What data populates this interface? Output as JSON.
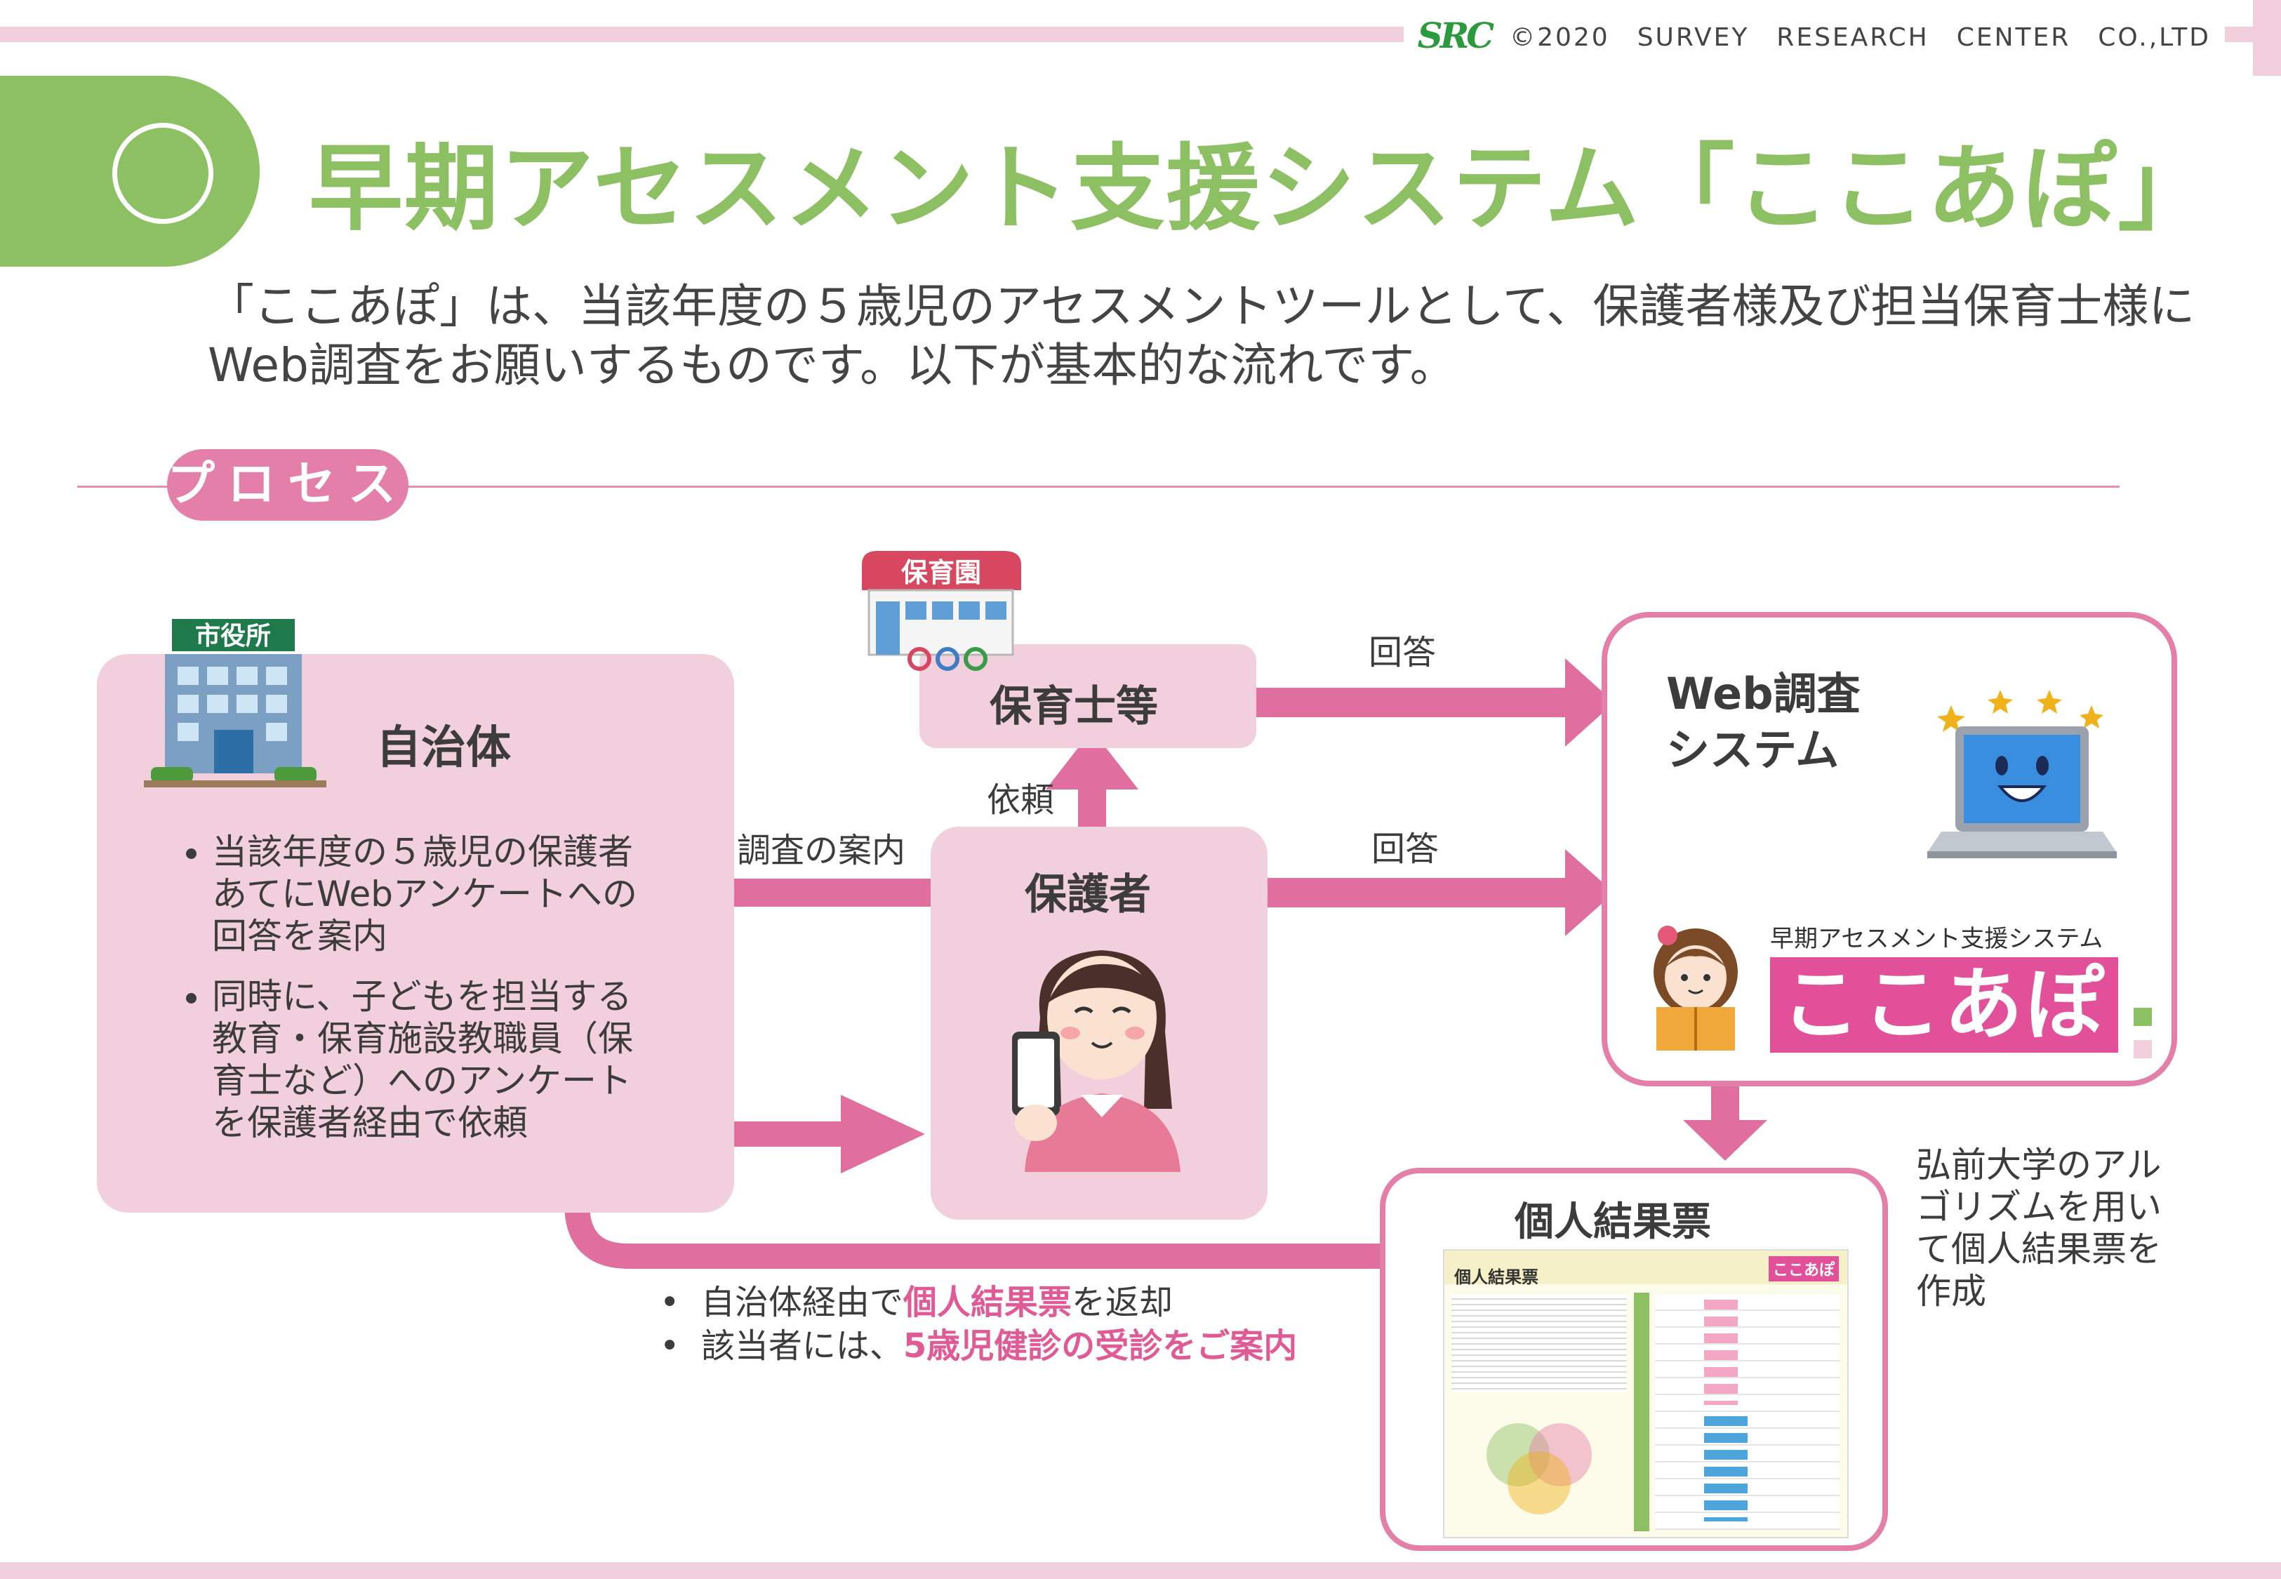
{
  "header": {
    "company_logo_text": "SRC",
    "copyright": "©2020　SURVEY　RESEARCH　CENTER　CO.,LTD"
  },
  "title": "早期アセスメント支援システム「ここあぽ」",
  "intro": "「ここあぽ」は、当該年度の５歳児のアセスメントツールとして、保護者様及び担当保育士様にWeb調査をお願いするものです。以下が基本的な流れです。",
  "section_label": "プロセス",
  "nodes": {
    "municipality": {
      "title": "自治体",
      "sign": "市役所",
      "bullets": [
        "当該年度の５歳児の保護者あてにWebアンケートへの回答を案内",
        "同時に、子どもを担当する教育・保育施設教職員（保育士など）へのアンケートを保護者経由で依頼"
      ]
    },
    "nursery_staff": {
      "title": "保育士等",
      "sign": "保育園"
    },
    "guardian": {
      "title": "保護者"
    },
    "web_system": {
      "title_line1": "Web調査",
      "title_line2": "システム",
      "product_caption": "早期アセスメント支援システム",
      "product_logo": "ここあぽ"
    },
    "result_sheet": {
      "title": "個人結果票",
      "thumbnail_title": "個人結果票",
      "thumbnail_logo": "ここあぽ"
    }
  },
  "edges": {
    "survey_guide": "調査の案内",
    "request": "依頼",
    "answer_staff": "回答",
    "answer_guardian": "回答"
  },
  "bottom_notes": {
    "line1_prefix": "自治体経由で",
    "line1_highlight": "個人結果票",
    "line1_suffix": "を返却",
    "line2_prefix": "該当者には、",
    "line2_highlight": "5歳児健診の受診をご案内"
  },
  "side_note": [
    "弘前大学のアル",
    "ゴリズムを用い",
    "て個人結果票を",
    "作成"
  ],
  "colors": {
    "accent_green": "#8cc063",
    "accent_pink": "#e47fa9",
    "panel_pink": "#f2cfdc",
    "highlight": "#e05a95"
  }
}
